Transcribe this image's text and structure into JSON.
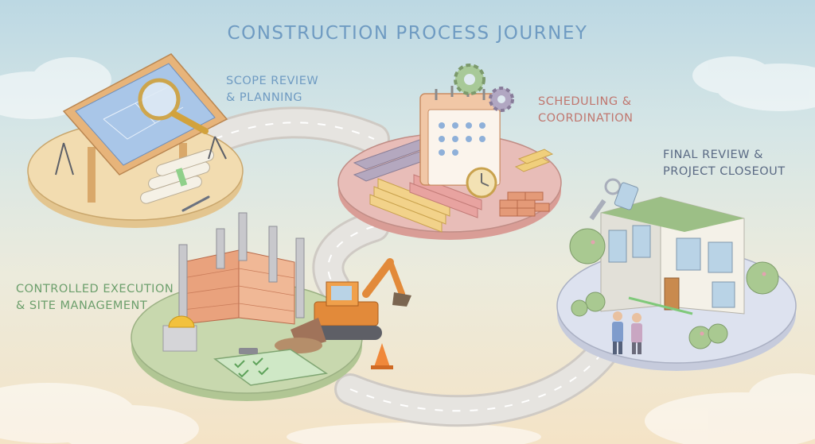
{
  "title": "CONSTRUCTION PROCESS JOURNEY",
  "stages": [
    {
      "lines": [
        "SCOPE REVIEW",
        "& PLANNING"
      ],
      "color": "#6f9bc2",
      "icon": "blueprint-table-icon"
    },
    {
      "lines": [
        "SCHEDULING &",
        "COORDINATION"
      ],
      "color": "#c0776f",
      "icon": "calendar-gears-icon"
    },
    {
      "lines": [
        "FINAL REVIEW &",
        "PROJECT CLOSEOUT"
      ],
      "color": "#5a6a84",
      "icon": "finished-building-icon"
    },
    {
      "lines": [
        "CONTROLLED EXECUTION",
        "& SITE MANAGEMENT"
      ],
      "color": "#6c9f6c",
      "icon": "excavator-site-icon"
    }
  ],
  "colors": {
    "platform_planning": "#f2dcb0",
    "platform_scheduling": "#e8bdb8",
    "platform_execution": "#c8d8ae",
    "platform_closeout": "#dde2ef",
    "road": "#e6e4e0"
  }
}
